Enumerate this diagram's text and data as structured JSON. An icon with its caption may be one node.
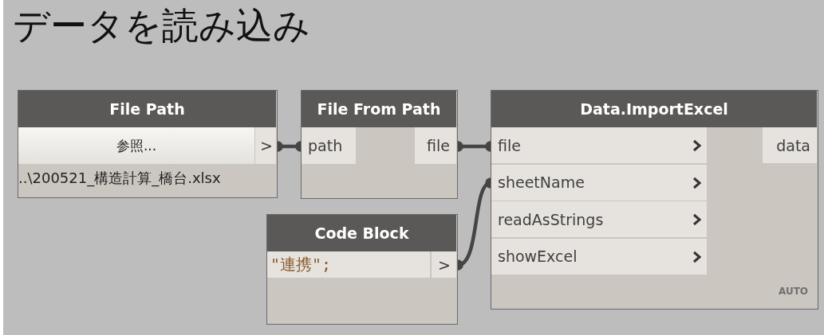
{
  "diagram": {
    "title": "データを読み込み",
    "nodes": [
      {
        "text": [
          "File Path",
          "参照...",
          ">",
          "..\\200521_構造計算_橋台.xlsx"
        ]
      },
      {
        "text": [
          "File From Path",
          "path",
          "file"
        ]
      },
      {
        "text": [
          "Code Block",
          "\"連携\";",
          ">"
        ]
      },
      {
        "text": [
          "Data.ImportExcel",
          "file",
          "sheetName",
          "readAsStrings",
          "showExcel",
          "data",
          "AUTO"
        ]
      }
    ],
    "edges": [
      {
        "from": 0,
        "to": 1,
        "arrow": "other"
      },
      {
        "from": 1,
        "to": 3,
        "arrow": "other"
      },
      {
        "from": 2,
        "to": 3,
        "arrow": "other"
      }
    ]
  }
}
